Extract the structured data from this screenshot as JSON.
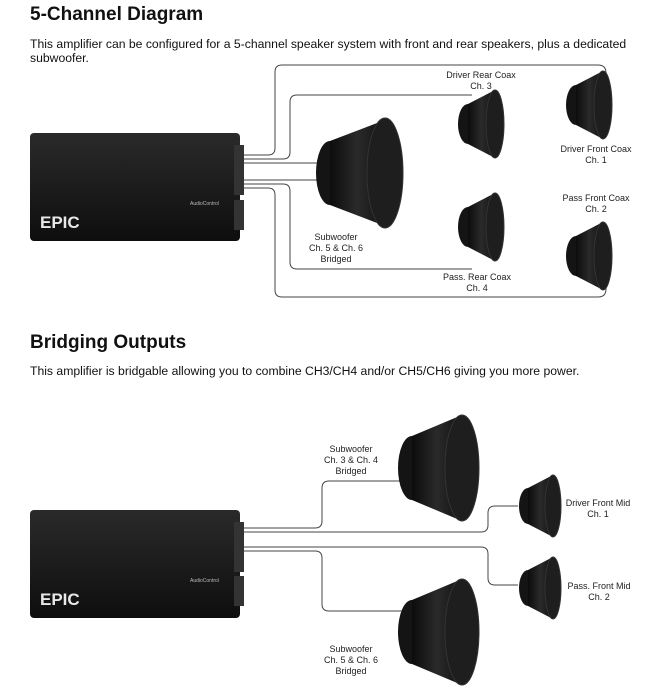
{
  "section1": {
    "title": "5-Channel Diagram",
    "description": "This amplifier can be configured for a 5-channel speaker system with front and rear speakers, plus a dedicated subwoofer.",
    "labels": {
      "driver_rear": [
        "Driver Rear Coax",
        "Ch. 3"
      ],
      "driver_front": [
        "Driver Front Coax",
        "Ch. 1"
      ],
      "pass_front": [
        "Pass Front Coax",
        "Ch. 2"
      ],
      "pass_rear": [
        "Pass. Rear Coax",
        "Ch. 4"
      ],
      "subwoofer": [
        "Subwoofer",
        "Ch. 5 & Ch. 6",
        "Bridged"
      ]
    },
    "amp": {
      "logo": "EPIC",
      "badge": "AudioControl"
    }
  },
  "section2": {
    "title": "Bridging Outputs",
    "description": "This amplifier is bridgable allowing you to combine CH3/CH4 and/or CH5/CH6 giving you more power.",
    "labels": {
      "sub_34": [
        "Subwoofer",
        "Ch. 3 & Ch. 4",
        "Bridged"
      ],
      "sub_56": [
        "Subwoofer",
        "Ch. 5 & Ch. 6",
        "Bridged"
      ],
      "driver_front_mid": [
        "Driver Front Mid",
        "Ch. 1"
      ],
      "pass_front_mid": [
        "Pass. Front Mid",
        "Ch. 2"
      ]
    },
    "amp": {
      "logo": "EPIC",
      "badge": "AudioControl"
    }
  },
  "colors": {
    "wire": "#444444",
    "amp_body": "#1c1c1c",
    "speaker": "#181818"
  }
}
